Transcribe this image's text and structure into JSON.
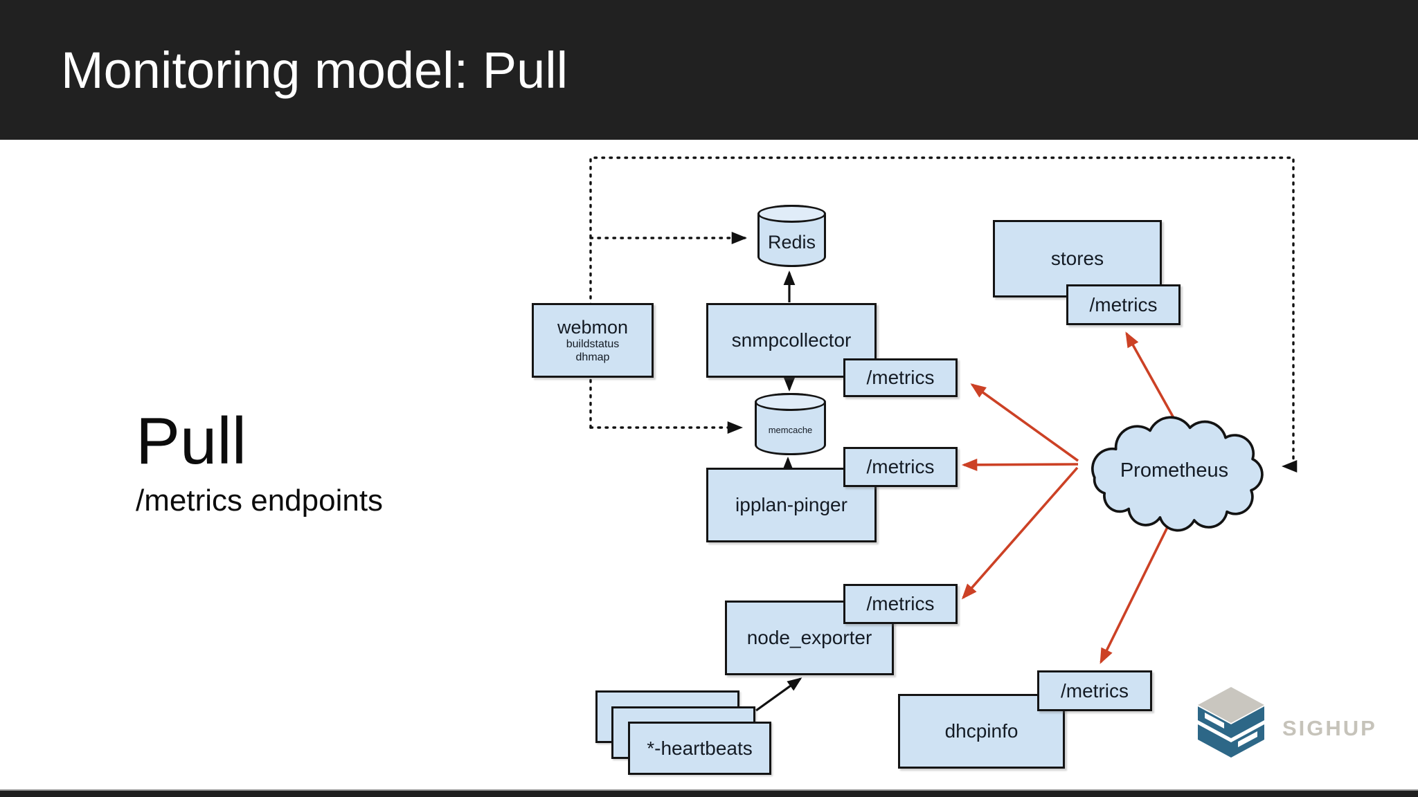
{
  "slide": {
    "title": "Monitoring model: Pull",
    "keyword": "Pull",
    "keyword_subtitle": "/metrics endpoints"
  },
  "diagram": {
    "metrics_label": "/metrics",
    "nodes": {
      "webmon": {
        "label": "webmon",
        "line2": "buildstatus",
        "line3": "dhmap"
      },
      "redis": {
        "label": "Redis"
      },
      "snmpcollector": {
        "label": "snmpcollector"
      },
      "memcache": {
        "label": "memcache"
      },
      "ipplan_pinger": {
        "label": "ipplan-pinger"
      },
      "node_exporter": {
        "label": "node_exporter"
      },
      "heartbeats": {
        "label": "*-heartbeats"
      },
      "stores": {
        "label": "stores"
      },
      "dhcpinfo": {
        "label": "dhcpinfo"
      },
      "prometheus": {
        "label": "Prometheus"
      }
    },
    "colors": {
      "node_fill": "#cfe2f3",
      "node_border": "#141414",
      "pull_arrow": "#cc4125",
      "flow_arrow": "#111111",
      "header_bg": "#212121"
    }
  },
  "branding": {
    "logo_text": "SIGHUP"
  }
}
